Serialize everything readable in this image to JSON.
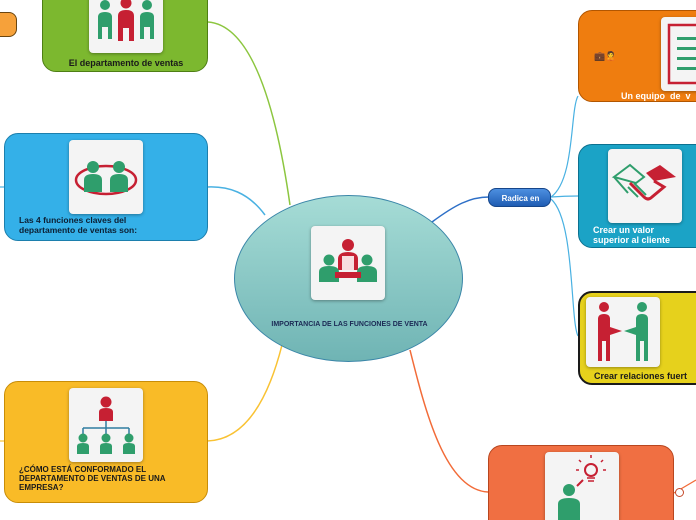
{
  "central": {
    "label": "IMPORTANCIA DE LAS  FUNCIONES DE VENTA",
    "icon": "business-meeting-icon",
    "color": "#8ecfcf"
  },
  "left_topics": [
    {
      "label": "El departamento de ventas",
      "icon": "sales-team-icon",
      "color": "#7cb82f"
    },
    {
      "label": "Las  4 funciones claves del departamento de ventas son:",
      "icon": "two-people-cycle-icon",
      "color": "#34b0e8"
    },
    {
      "label": "¿CÓMO ESTÁ CONFORMADO EL DEPARTAMENTO DE VENTAS DE UNA EMPRESA?",
      "icon": "org-chart-icon",
      "color": "#f9bb27"
    }
  ],
  "connector": {
    "label": "Radica en",
    "color": "#2d6fc7"
  },
  "right_topics": [
    {
      "label": "Un equipo  de  v",
      "icon": "checklist-document-icon",
      "color": "#ef7d0f",
      "emoji": "💼🙎"
    },
    {
      "label": "Crear un valor superior al cliente",
      "icon": "handshake-icon",
      "color": "#1ba3c6"
    },
    {
      "label": "Crear relaciones fuert",
      "icon": "handshake-people-icon",
      "color": "#e6d11c"
    }
  ],
  "bottom_topic": {
    "icon": "idea-person-icon",
    "color": "#f06f42"
  },
  "colors": {
    "line_green": "#8cc63f",
    "line_blue": "#49b1e2",
    "line_yellow": "#f9c233",
    "line_orange": "#f26b38",
    "line_navy": "#2d6fc7"
  }
}
